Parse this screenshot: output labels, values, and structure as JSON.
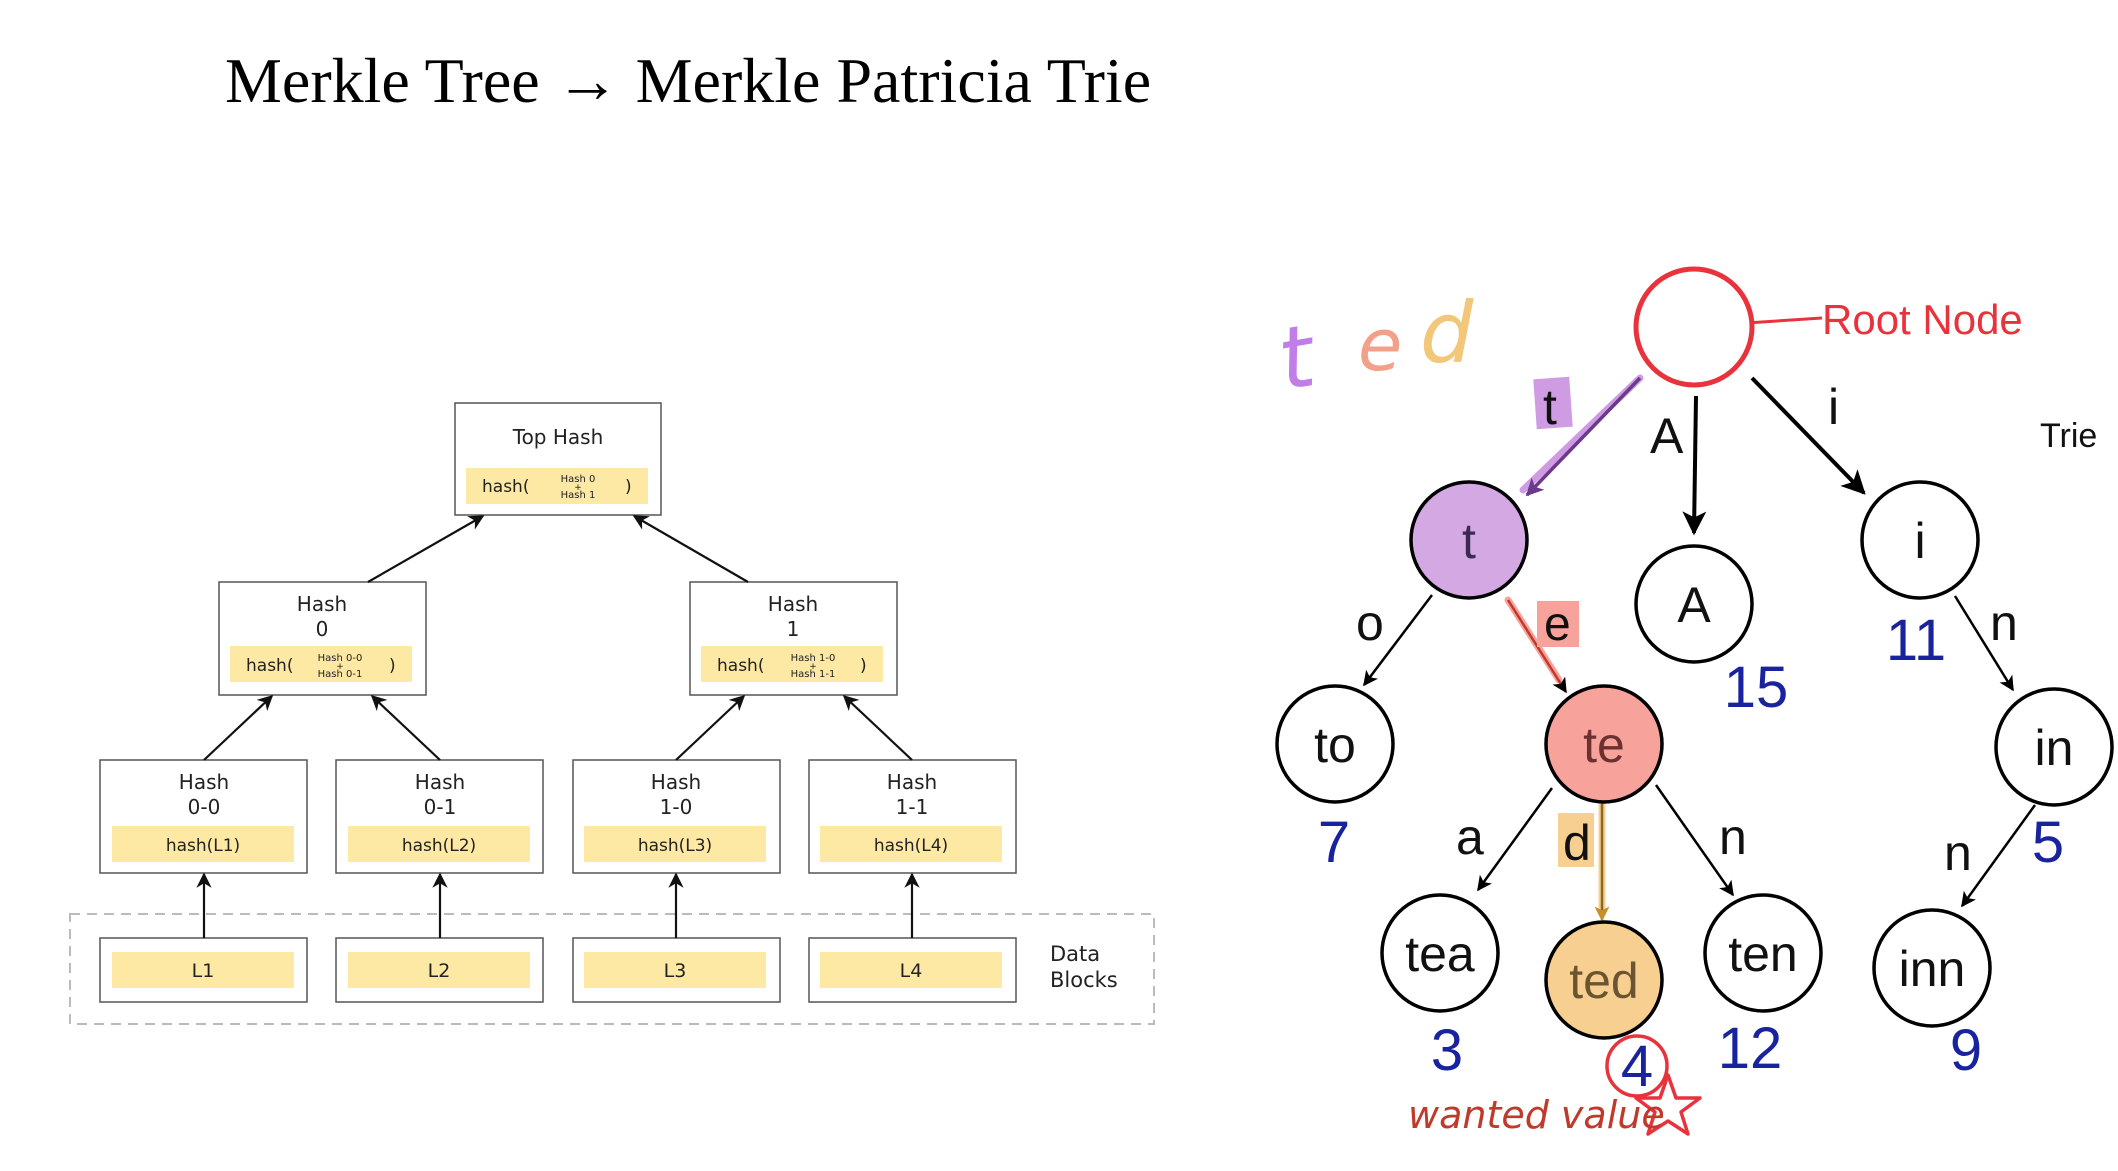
{
  "title": "Merkle Tree → Merkle Patricia Trie",
  "merkle_tree": {
    "top": {
      "label": "Top Hash",
      "formula_prefix": "hash(",
      "formula_top": "Hash 0",
      "formula_plus": "+",
      "formula_bottom": "Hash 1",
      "formula_suffix": ")"
    },
    "hash0": {
      "label_line1": "Hash",
      "label_line2": "0",
      "formula_prefix": "hash(",
      "formula_top": "Hash 0-0",
      "formula_plus": "+",
      "formula_bottom": "Hash 0-1",
      "formula_suffix": ")"
    },
    "hash1": {
      "label_line1": "Hash",
      "label_line2": "1",
      "formula_prefix": "hash(",
      "formula_top": "Hash 1-0",
      "formula_plus": "+",
      "formula_bottom": "Hash 1-1",
      "formula_suffix": ")"
    },
    "leaves": [
      {
        "label_line1": "Hash",
        "label_line2": "0-0",
        "formula": "hash(L1)",
        "block": "L1"
      },
      {
        "label_line1": "Hash",
        "label_line2": "0-1",
        "formula": "hash(L2)",
        "block": "L2"
      },
      {
        "label_line1": "Hash",
        "label_line2": "1-0",
        "formula": "hash(L3)",
        "block": "L3"
      },
      {
        "label_line1": "Hash",
        "label_line2": "1-1",
        "formula": "hash(L4)",
        "block": "L4"
      }
    ],
    "data_blocks_line1": "Data",
    "data_blocks_line2": "Blocks",
    "colors": {
      "formula_fill": "#fde9a3",
      "box_stroke": "#555555",
      "dashed": "#bbbbbb"
    }
  },
  "trie": {
    "label": "Trie",
    "root_annotation": "Root Node",
    "search_word": {
      "t": "t",
      "e": "e",
      "d": "d"
    },
    "nodes": {
      "root": "",
      "t": "t",
      "A": "A",
      "i": "i",
      "to": "to",
      "te": "te",
      "in": "in",
      "tea": "tea",
      "ted": "ted",
      "ten": "ten",
      "inn": "inn"
    },
    "edge_labels": {
      "root_t": "t",
      "root_A": "A",
      "root_i": "i",
      "t_to": "o",
      "t_te": "e",
      "i_in": "n",
      "te_tea": "a",
      "te_ted": "d",
      "te_ten": "n",
      "in_inn": "n"
    },
    "values": {
      "A": "15",
      "i": "11",
      "to": "7",
      "in": "5",
      "tea": "3",
      "ted": "4",
      "ten": "12",
      "inn": "9"
    },
    "wanted_value": "wanted value",
    "colors": {
      "red": "#e8333d",
      "purple": "#cf9be3",
      "purple_dark": "#6b3a8c",
      "salmon": "#f7a39c",
      "orange": "#f7cf91",
      "blue": "#1a239e",
      "t_letter": "#c27ee8",
      "e_letter": "#f2a08a",
      "d_letter": "#f2c77a"
    }
  }
}
